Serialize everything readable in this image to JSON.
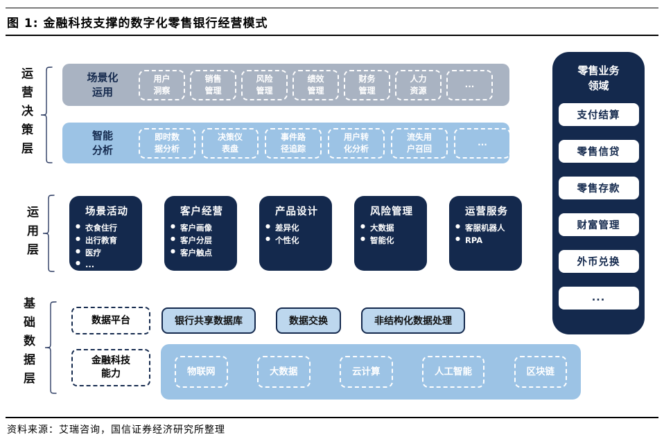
{
  "figure": {
    "title": "图 1:  金融科技支撑的数字化零售银行经营模式",
    "source": "资料来源：艾瑞咨询，国信证券经济研究所整理"
  },
  "side_labels": {
    "decision": "运营决策层",
    "application": "运用层",
    "data": "基础数据层"
  },
  "scenario_row": {
    "label": "场景化\n运用",
    "items": [
      "用户\n洞察",
      "销售\n管理",
      "风险\n管理",
      "绩效\n管理",
      "财务\n管理",
      "人力\n资源",
      "..."
    ]
  },
  "analysis_row": {
    "label": "智能\n分析",
    "items": [
      "即时数\n据分析",
      "决策仪\n表盘",
      "事件路\n径追踪",
      "用户转\n化分析",
      "流失用\n户召回",
      "..."
    ]
  },
  "application_cards": [
    {
      "title": "场景活动",
      "items": [
        "衣食住行",
        "出行教育",
        "医疗",
        "..."
      ]
    },
    {
      "title": "客户经营",
      "items": [
        "客户画像",
        "客户分层",
        "客户触点"
      ]
    },
    {
      "title": "产品设计",
      "items": [
        "差异化",
        "个性化"
      ]
    },
    {
      "title": "风险管理",
      "items": [
        "大数据",
        "智能化"
      ]
    },
    {
      "title": "运营服务",
      "items": [
        "客服机器人",
        "RPA"
      ]
    }
  ],
  "data_layer": {
    "platform_label": "数据平台",
    "platform_items": [
      "银行共享数据库",
      "数据交换",
      "非结构化数据处理"
    ],
    "fintech_label": "金融科技\n能力",
    "fintech_items": [
      "物联网",
      "大数据",
      "云计算",
      "人工智能",
      "区块链"
    ]
  },
  "retail_panel": {
    "title": "零售业务\n领域",
    "items": [
      "支付结算",
      "零售信贷",
      "零售存款",
      "财富管理",
      "外币兑换",
      "..."
    ]
  },
  "colors": {
    "navy": "#14294d",
    "gray_band": "#a9b3c2",
    "light_blue_band": "#9cc3e5",
    "pale_blue_fill": "#bdd7ee"
  }
}
